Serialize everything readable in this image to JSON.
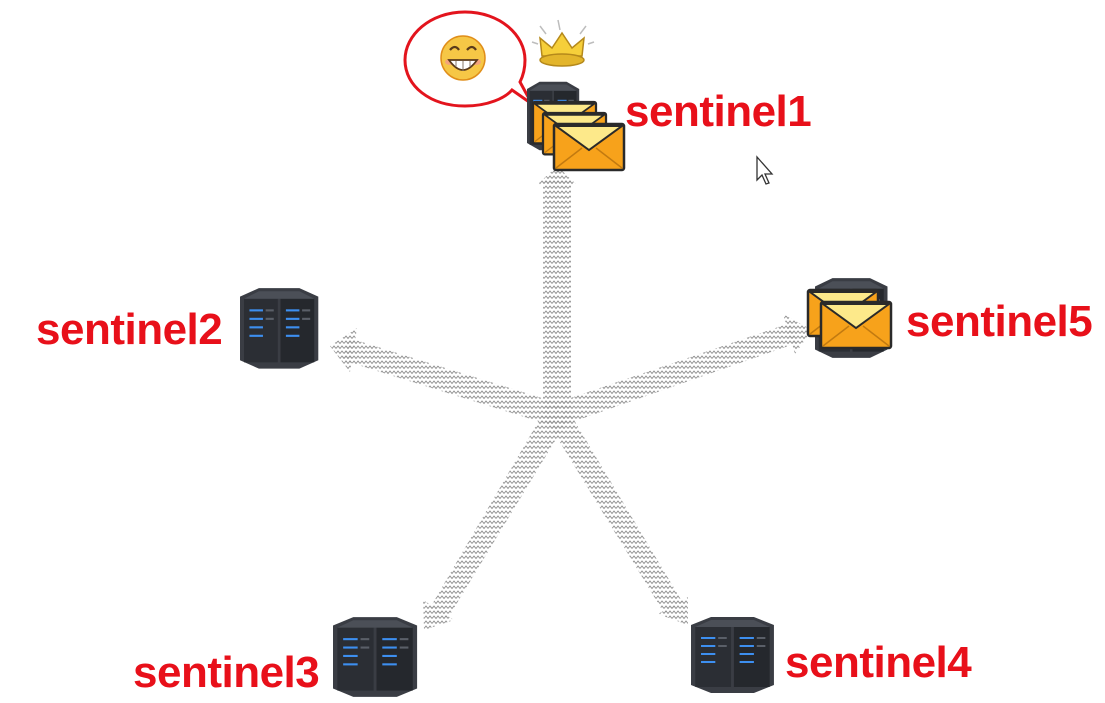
{
  "diagram": {
    "nodes": [
      {
        "id": "s1",
        "label": "sentinel1",
        "has_crown": true,
        "has_speech_bubble": true,
        "mail_count": 3
      },
      {
        "id": "s2",
        "label": "sentinel2",
        "mail_count": 0
      },
      {
        "id": "s3",
        "label": "sentinel3",
        "mail_count": 0
      },
      {
        "id": "s4",
        "label": "sentinel4",
        "mail_count": 0
      },
      {
        "id": "s5",
        "label": "sentinel5",
        "mail_count": 2
      }
    ],
    "edges": [
      {
        "from": "center",
        "to": "s1"
      },
      {
        "from": "center",
        "to": "s2"
      },
      {
        "from": "center",
        "to": "s3"
      },
      {
        "from": "center",
        "to": "s4"
      },
      {
        "from": "center",
        "to": "s5"
      }
    ]
  },
  "icons": {
    "server": "server-rack-icon",
    "mail": "envelope-icon",
    "crown": "crown-icon",
    "emoji": "grinning-face-icon",
    "cursor": "mouse-pointer-icon"
  },
  "colors": {
    "label": "#e8101a",
    "arrow": "#9a9a9a",
    "envelope_fill": "#f7a21b",
    "envelope_flap": "#fde98a",
    "server_body": "#2f3238",
    "server_led": "#3d8ff0",
    "crown": "#f6cf3a",
    "bubble_stroke": "#e3141d"
  }
}
